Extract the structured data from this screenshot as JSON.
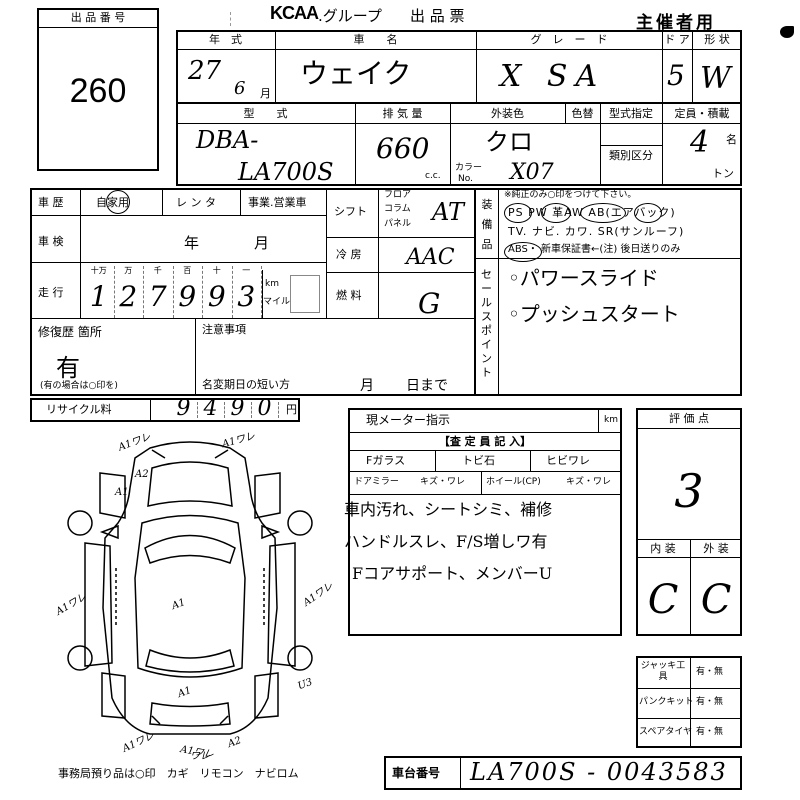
{
  "header": {
    "logo": "KCAA",
    "group": ".グループ",
    "title": "出 品 票",
    "organizer": "主催者用"
  },
  "lot": {
    "label": "出 品 番 号",
    "number": "260"
  },
  "row1": {
    "year_label": "年　式",
    "make_label": "車　　名",
    "grade_label": "グ　レ　ー　ド",
    "door_label": "ド ア",
    "shape_label": "形 状",
    "year": "27",
    "month": "6",
    "month_unit": "月",
    "make": "ウェイク",
    "grade": "X SA",
    "doors": "5",
    "shape": "W"
  },
  "row2": {
    "type_label": "型　　式",
    "disp_label": "排 気 量",
    "color_label": "外装色",
    "color_change_label": "色替",
    "designated_label": "型式指定",
    "class_label": "類別区分",
    "capacity_label": "定員・積載",
    "type1": "DBA-",
    "type2": "LA700S",
    "cc": "660",
    "cc_unit": "c.c.",
    "color": "クロ",
    "color_no_label": "カラー",
    "color_no_sub": "No.",
    "color_no": "X07",
    "capacity": "4",
    "capacity_unit": "名",
    "ton_unit": "トン"
  },
  "history": {
    "label": "車 歴",
    "options": "自家用",
    "rental": "レ ン タ",
    "business": "事業.営業車",
    "inspection_label": "車 検",
    "year_unit": "年",
    "month_unit": "月",
    "mileage_label": "走 行",
    "digit_units": [
      "十万",
      "万",
      "千",
      "百",
      "十",
      "一"
    ],
    "mileage_digits": [
      "1",
      "2",
      "7",
      "9",
      "9",
      "3"
    ],
    "km": "km",
    "mile": "マイル"
  },
  "shift": {
    "label": "シフト",
    "options": [
      "フロア",
      "コラム",
      "パネル"
    ],
    "value": "AT",
    "ac_label": "冷 房",
    "ac_value": "AAC",
    "fuel_label": "燃 料",
    "fuel_value": "G"
  },
  "equipment": {
    "label": "装備品",
    "note": "※純正のみ○印をつけて下さい。",
    "line1": "PS PW 革AW AB(エアバック)",
    "line2": "TV. ナビ. カワ. SR(サンルーフ)",
    "line3": "ABS・ 新車保証書←(注) 後日送りのみ"
  },
  "selling": {
    "label": "セールスポイント",
    "point1": "◦パワースライド",
    "point2": "◦プッシュスタート"
  },
  "repair": {
    "label": "修復歴 箇所",
    "value": "有",
    "note": "(有の場合は○印を)",
    "caution_label": "注意事項",
    "name_change_label": "名変期日の短い方",
    "month_unit": "月",
    "day_unit": "日まで"
  },
  "recycle": {
    "label": "リサイクル料",
    "digits": [
      "9",
      "4",
      "9",
      "0"
    ],
    "unit": "円"
  },
  "meter": {
    "label": "現メーター指示",
    "unit": "km"
  },
  "inspector": {
    "header": "【査 定 員 記 入】",
    "glass_label": "Fガラス",
    "glass_options": "トビ石",
    "crack": "ヒビワレ",
    "mirror_label": "ドアミラー",
    "mirror_options": "キズ・ワレ",
    "wheel_label": "ホイール(CP)",
    "wheel_options": "キズ・ワレ",
    "note1": "車内汚れ、シートシミ、補修",
    "note2": "ハンドルスレ、F/S増しワ有",
    "note3": "Fコアサポート、メンバーU"
  },
  "rating": {
    "label": "評 価 点",
    "value": "3",
    "interior_label": "内 装",
    "exterior_label": "外 装",
    "interior": "C",
    "exterior": "C"
  },
  "accessories": [
    {
      "label": "ジャッキ工具",
      "value": "有・無"
    },
    {
      "label": "パンクキット",
      "value": "有・無"
    },
    {
      "label": "スペアタイヤ",
      "value": "有・無"
    }
  ],
  "diagram": {
    "marks": [
      "A1ワレ",
      "A1ワレ",
      "A1ワレ",
      "A1ワレ",
      "A1ワレ",
      "A1ワレ",
      "A2",
      "A1",
      "A1",
      "A2",
      "U3",
      "A1",
      "ワレ"
    ]
  },
  "footer": {
    "office": "事務局預り品は○印　カギ　リモコン　ナビロム",
    "chassis_label": "車台番号",
    "chassis": "LA700S - 0043583"
  }
}
